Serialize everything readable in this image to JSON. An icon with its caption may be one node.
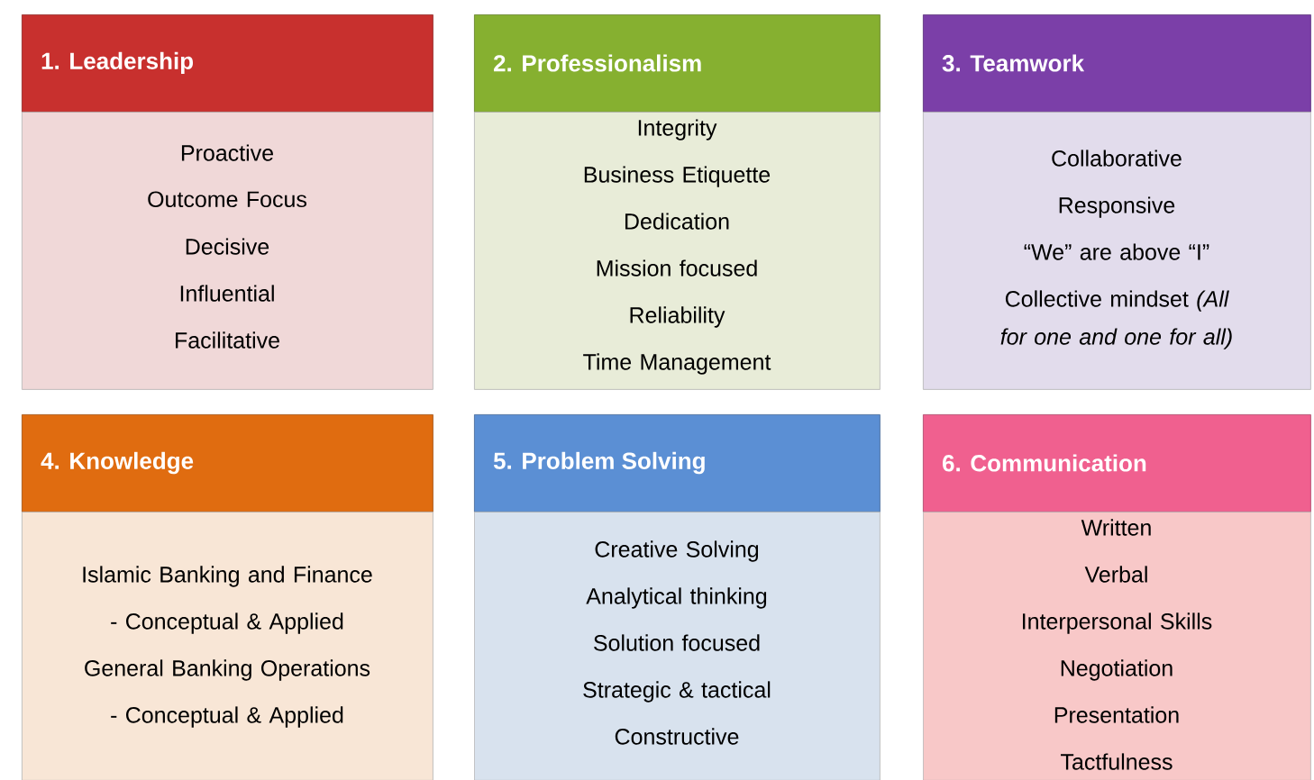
{
  "diagram": {
    "nodes": [
      {
        "text": [
          "1.  Leadership"
        ]
      },
      {
        "text": [
          "Proactive",
          "Outcome Focus",
          "Decisive",
          "Influential",
          "Facilitative"
        ]
      },
      {
        "text": [
          "2.  Professionalism"
        ]
      },
      {
        "text": [
          "Integrity",
          "Business Etiquette",
          "Dedication",
          "Mission focused",
          "Reliability",
          "Time Management"
        ]
      },
      {
        "text": [
          "3.  Teamwork"
        ]
      },
      {
        "text": [
          "Collaborative",
          "Responsive",
          "“We” are above “I”",
          "Collective mindset *(All for one and one for all)*"
        ]
      },
      {
        "text": [
          "4.  Knowledge"
        ]
      },
      {
        "text": [
          "Islamic Banking and Finance",
          "- Conceptual & Applied",
          "General Banking Operations",
          "- Conceptual & Applied"
        ]
      },
      {
        "text": [
          "5. Problem Solving"
        ]
      },
      {
        "text": [
          "Creative Solving",
          "Analytical thinking",
          "Solution focused",
          "Strategic & tactical",
          "Constructive"
        ]
      },
      {
        "text": [
          "6.  Communication"
        ]
      },
      {
        "text": [
          "Written",
          "Verbal",
          "Interpersonal Skills",
          "Negotiation",
          "Presentation",
          "Tactfulness"
        ]
      }
    ]
  }
}
